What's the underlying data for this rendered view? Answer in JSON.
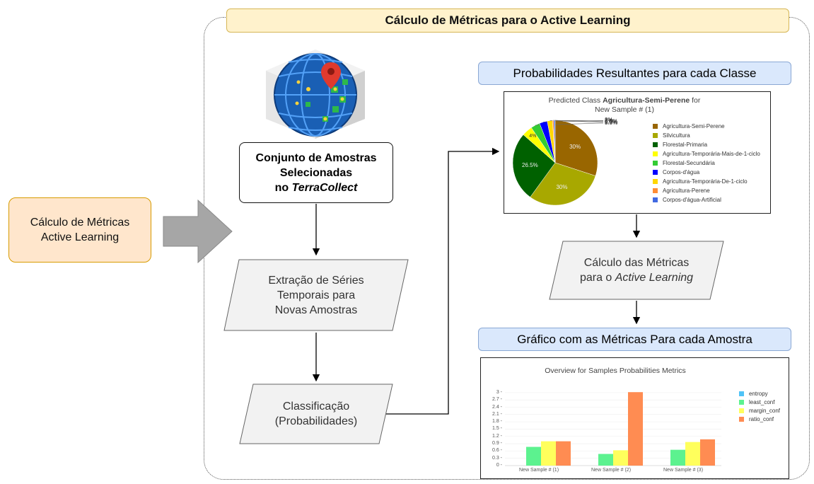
{
  "title": "Cálculo de Métricas para o Active Learning",
  "left_box": {
    "line1": "Cálculo de Métricas",
    "line2": "Active Learning"
  },
  "conjunto": {
    "line1": "Conjunto de Amostras",
    "line2": "Selecionadas",
    "line3_prefix": "no ",
    "line3_italic": "TerraCollect"
  },
  "extracao": {
    "line1": "Extração de Séries",
    "line2": "Temporais para",
    "line3": "Novas Amostras"
  },
  "classificacao": {
    "line1": "Classificação",
    "line2": "(Probabilidades)"
  },
  "probabilidades_header": "Probabilidades Resultantes para cada Classe",
  "calculo": {
    "line1": "Cálculo das Métricas",
    "line2_prefix": "para o ",
    "line2_italic": "Active Learning"
  },
  "grafico_header": "Gráfico com as Métricas Para cada Amostra",
  "chart_data": [
    {
      "type": "pie",
      "title_prefix": "Predicted Class ",
      "title_bold": "Agricultura-Semi-Perene",
      "title_suffix": " for",
      "title_line2": "New Sample # (1)",
      "slices": [
        {
          "label": "Agricultura-Semi-Perene",
          "value": 30,
          "color": "#996600",
          "text": "30%"
        },
        {
          "label": "Silvicultura",
          "value": 30,
          "color": "#a8a800",
          "text": "30%"
        },
        {
          "label": "Florestal-Primaria",
          "value": 26.5,
          "color": "#006100",
          "text": "26.5%"
        },
        {
          "label": "Agricultura-Temporária-Mais-de-1-ciclo",
          "value": 4,
          "color": "#ffff00",
          "text": "4%"
        },
        {
          "label": "Florestal-Secundária",
          "value": 3.5,
          "color": "#33cc33",
          "text": "3.5%"
        },
        {
          "label": "Corpos-d'água",
          "value": 3,
          "color": "#0000ff",
          "text": "3%"
        },
        {
          "label": "Agricultura-Temporária-De-1-ciclo",
          "value": 2,
          "color": "#ffd700",
          "text": "2%"
        },
        {
          "label": "Agricultura-Perene",
          "value": 0.5,
          "color": "#ff8c33",
          "text": "0.5%"
        },
        {
          "label": "Corpos-d'água-Artificial",
          "value": 0.5,
          "color": "#4169e1",
          "text": "0.5%"
        }
      ]
    },
    {
      "type": "bar",
      "title": "Overview for Samples Probabilities Metrics",
      "categories": [
        "New Sample # (1)",
        "New Sample # (2)",
        "New Sample # (3)"
      ],
      "ylim": [
        0,
        3.2
      ],
      "yticks": [
        "0",
        "0.3",
        "0.6",
        "0.9",
        "1.2",
        "1.5",
        "1.8",
        "2.1",
        "2.4",
        "2.7",
        "3"
      ],
      "series": [
        {
          "name": "entropy",
          "color": "#4fc3f7",
          "values": [
            0,
            0,
            0
          ]
        },
        {
          "name": "least_conf",
          "color": "#5cf28f",
          "values": [
            0.77,
            0.48,
            0.65
          ]
        },
        {
          "name": "margin_conf",
          "color": "#ffff5c",
          "values": [
            1.0,
            0.63,
            0.97
          ]
        },
        {
          "name": "ratio_conf",
          "color": "#ff8c52",
          "values": [
            1.0,
            3.02,
            1.08
          ]
        }
      ]
    }
  ]
}
